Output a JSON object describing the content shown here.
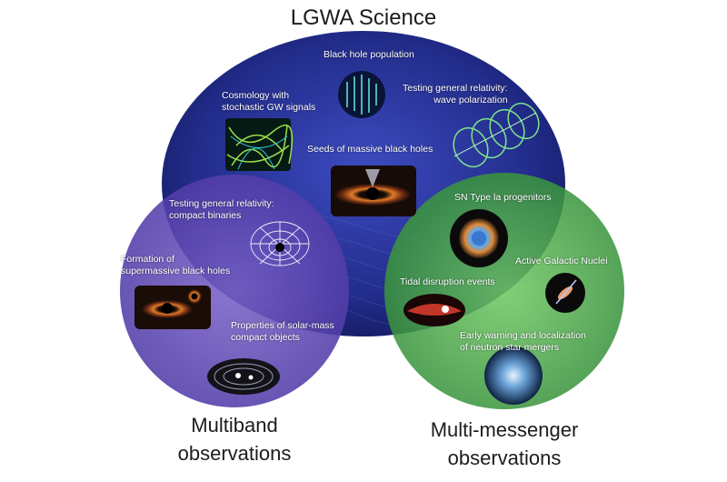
{
  "title": "LGWA Science",
  "regions": [
    {
      "name": "lgwa",
      "label": "",
      "color": "#27318f"
    },
    {
      "name": "multiband",
      "label_line1": "Multiband",
      "label_line2": "observations",
      "color": "#6a4fb8"
    },
    {
      "name": "multimessenger",
      "label_line1": "Multi-messenger",
      "label_line2": "observations",
      "color": "#3c9a43"
    }
  ],
  "topics": {
    "black_hole_population": [
      "Black hole population"
    ],
    "cosmology": [
      "Cosmology with",
      "stochastic GW signals"
    ],
    "gr_wave_polarization": [
      "Testing general relativity:",
      "wave polarization"
    ],
    "seeds_massive_black_holes": [
      "Seeds of massive black holes"
    ],
    "gr_compact_binaries": [
      "Testing general relativity:",
      "compact binaries"
    ],
    "sn_type_ia": [
      "SN Type la progenitors"
    ],
    "formation_smbh": [
      "Formation of",
      "supermassive black holes"
    ],
    "active_galactic_nuclei": [
      "Active Galactic Nuclei"
    ],
    "tidal_disruption": [
      "Tidal disruption events"
    ],
    "solar_mass_objects": [
      "Properties of solar-mass",
      "compact objects"
    ],
    "early_warning": [
      "Early warning and localization",
      "of neutron star mergers"
    ]
  }
}
